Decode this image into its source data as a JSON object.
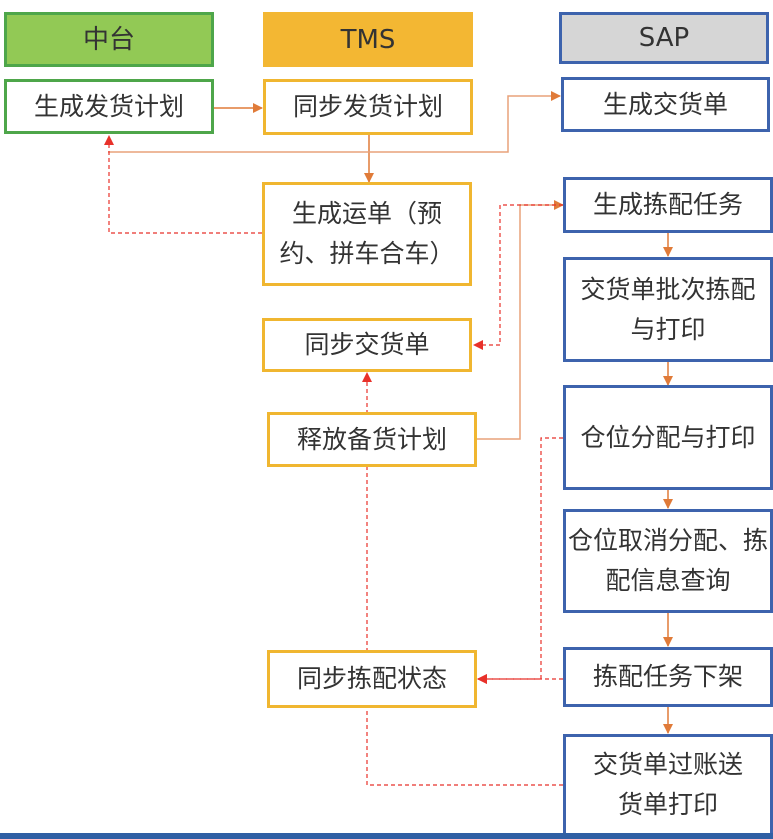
{
  "lanes": {
    "zhongtai": "中台",
    "tms": "TMS",
    "sap": "SAP"
  },
  "nodes": {
    "zt_generate_plan": "生成发货计划",
    "tms_sync_plan": "同步发货计划",
    "tms_generate_waybill": "生成运单（预约、拼车合车）",
    "tms_sync_delivery": "同步交货单",
    "tms_release_plan": "释放备货计划",
    "tms_sync_pick_status": "同步拣配状态",
    "sap_generate_delivery": "生成交货单",
    "sap_generate_pick_task": "生成拣配任务",
    "sap_batch_pick_print": "交货单批次拣配与打印",
    "sap_bin_alloc_print": "仓位分配与打印",
    "sap_bin_cancel_query": "仓位取消分配、拣配信息查询",
    "sap_pick_task_unload": "拣配任务下架",
    "sap_post_print": "交货单过账送货单打印"
  },
  "colors": {
    "zhongtai": "#92c955",
    "tms": "#f3b733",
    "sap_header": "#d6d6d6",
    "sap_border": "#3d63ad",
    "flow_arrow": "#e07b39",
    "feedback_arrow": "#e8312a"
  }
}
